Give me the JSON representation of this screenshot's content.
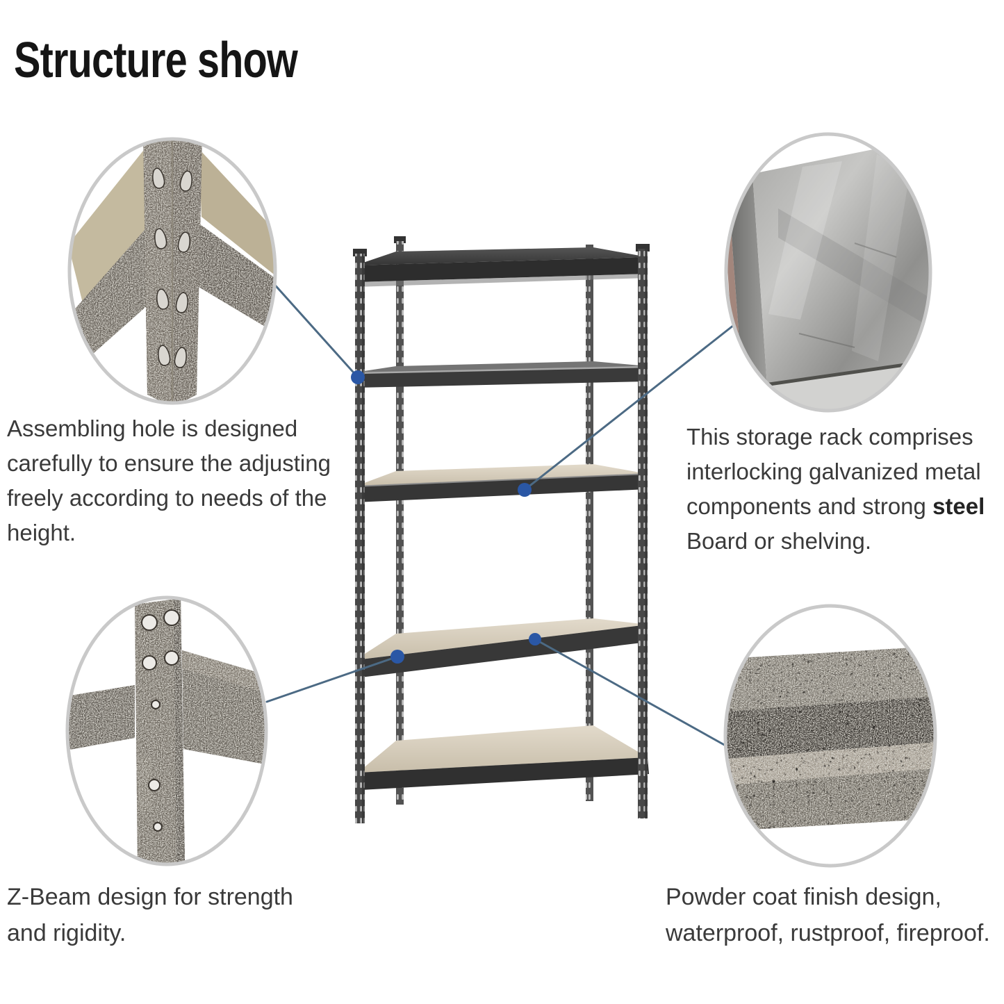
{
  "title": {
    "text": "Structure show"
  },
  "annotations": {
    "assembling_hole": {
      "text": "Assembling hole is designed\ncarefully to ensure the adjusting\nfreely according to needs of the\nheight."
    },
    "galvanized": {
      "text_before_bold": "This  storage rack comprises\ninterlocking galvanized metal\ncomponents and strong ",
      "bold_word": "steel",
      "text_after_bold": "\nBoard or shelving."
    },
    "z_beam": {
      "text": "Z-Beam design for strength\nand rigidity."
    },
    "powder_coat": {
      "text": "Powder coat finish design,\nwaterproof, rustproof, fireproof."
    }
  },
  "figure": {
    "type": "annotated-product-diagram",
    "rack": {
      "shelf_count": 5,
      "board_color": "#d7cebd",
      "frame_color": "#474747"
    },
    "detail_circles": [
      {
        "name": "assembling-hole-detail",
        "position": "top-left"
      },
      {
        "name": "galvanized-metal-detail",
        "position": "top-right"
      },
      {
        "name": "z-beam-detail",
        "position": "bottom-left"
      },
      {
        "name": "powder-coat-detail",
        "position": "bottom-right"
      }
    ],
    "colors": {
      "connector_line": "#4c6a84",
      "connector_dot": "#2a57a5",
      "circle_border": "#c9c9c9",
      "text": "#3a3a3a",
      "title": "#151515"
    }
  }
}
